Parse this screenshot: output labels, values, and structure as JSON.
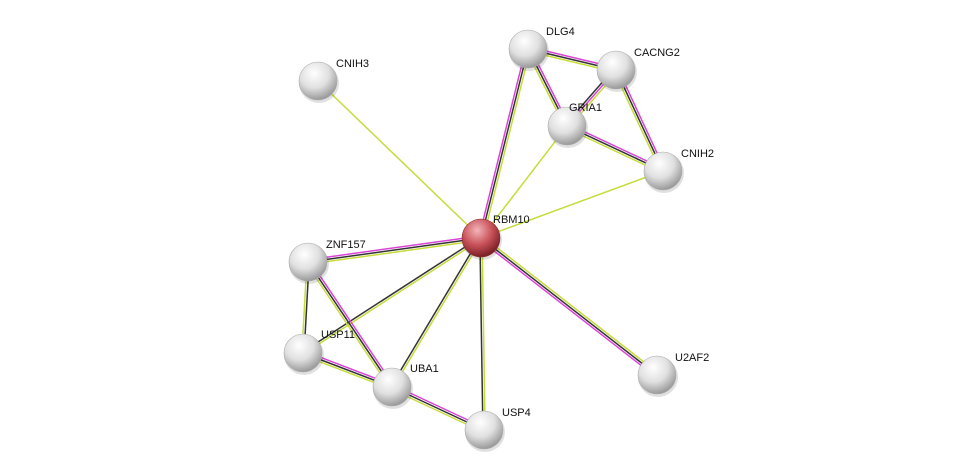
{
  "network": {
    "query_node": "RBM10",
    "nodes": [
      {
        "id": "RBM10",
        "label": "RBM10",
        "query": true
      },
      {
        "id": "DLG4",
        "label": "DLG4"
      },
      {
        "id": "CACNG2",
        "label": "CACNG2"
      },
      {
        "id": "CNIH3",
        "label": "CNIH3"
      },
      {
        "id": "GRIA1",
        "label": "GRIA1"
      },
      {
        "id": "CNIH2",
        "label": "CNIH2"
      },
      {
        "id": "ZNF157",
        "label": "ZNF157"
      },
      {
        "id": "USP11",
        "label": "USP11"
      },
      {
        "id": "UBA1",
        "label": "UBA1"
      },
      {
        "id": "USP4",
        "label": "USP4"
      },
      {
        "id": "U2AF2",
        "label": "U2AF2"
      }
    ],
    "edges": [
      {
        "a": "RBM10",
        "b": "DLG4",
        "channels": [
          "experiments",
          "coexpression",
          "textmining"
        ]
      },
      {
        "a": "RBM10",
        "b": "CNIH3",
        "channels": [
          "textmining"
        ]
      },
      {
        "a": "RBM10",
        "b": "GRIA1",
        "channels": [
          "textmining"
        ]
      },
      {
        "a": "RBM10",
        "b": "CNIH2",
        "channels": [
          "textmining"
        ]
      },
      {
        "a": "RBM10",
        "b": "ZNF157",
        "channels": [
          "textmining",
          "coexpression",
          "experiments"
        ]
      },
      {
        "a": "RBM10",
        "b": "USP11",
        "channels": [
          "textmining",
          "coexpression"
        ]
      },
      {
        "a": "RBM10",
        "b": "UBA1",
        "channels": [
          "textmining",
          "coexpression"
        ]
      },
      {
        "a": "RBM10",
        "b": "USP4",
        "channels": [
          "textmining",
          "coexpression"
        ]
      },
      {
        "a": "RBM10",
        "b": "U2AF2",
        "channels": [
          "textmining",
          "coexpression",
          "experiments"
        ]
      },
      {
        "a": "DLG4",
        "b": "CACNG2",
        "channels": [
          "experiments",
          "coexpression",
          "textmining"
        ]
      },
      {
        "a": "DLG4",
        "b": "GRIA1",
        "channels": [
          "experiments",
          "coexpression",
          "textmining"
        ]
      },
      {
        "a": "CACNG2",
        "b": "GRIA1",
        "channels": [
          "textmining",
          "experiments",
          "coexpression"
        ]
      },
      {
        "a": "CACNG2",
        "b": "CNIH2",
        "channels": [
          "experiments",
          "coexpression",
          "textmining"
        ]
      },
      {
        "a": "GRIA1",
        "b": "CNIH2",
        "channels": [
          "experiments",
          "coexpression",
          "textmining"
        ]
      },
      {
        "a": "ZNF157",
        "b": "USP11",
        "channels": [
          "coexpression",
          "textmining"
        ]
      },
      {
        "a": "ZNF157",
        "b": "UBA1",
        "channels": [
          "experiments",
          "coexpression",
          "textmining"
        ]
      },
      {
        "a": "USP11",
        "b": "UBA1",
        "channels": [
          "experiments",
          "coexpression",
          "textmining"
        ]
      },
      {
        "a": "UBA1",
        "b": "USP4",
        "channels": [
          "experiments",
          "coexpression",
          "textmining"
        ]
      }
    ],
    "colors": {
      "experiments": "#d945d9",
      "coexpression": "#333333",
      "textmining": "#c6dc3a",
      "query_node": "#c9525a",
      "node": "#e2e2e2"
    }
  }
}
